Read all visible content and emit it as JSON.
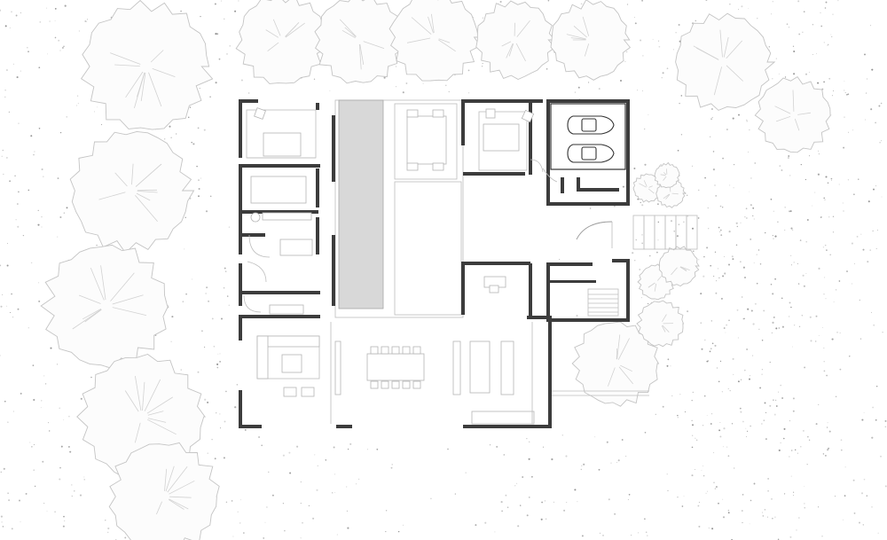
{
  "drawing": {
    "type": "architectural-floor-plan",
    "site_context": "trees-and-gravel",
    "colors": {
      "wall": "#3c3c3c",
      "tree_outline": "#c4c4c4",
      "pool": "#d8d8d8",
      "furniture": "#b5b5b5",
      "speckle": "#7a7a7a"
    },
    "garage_cars": 2
  }
}
